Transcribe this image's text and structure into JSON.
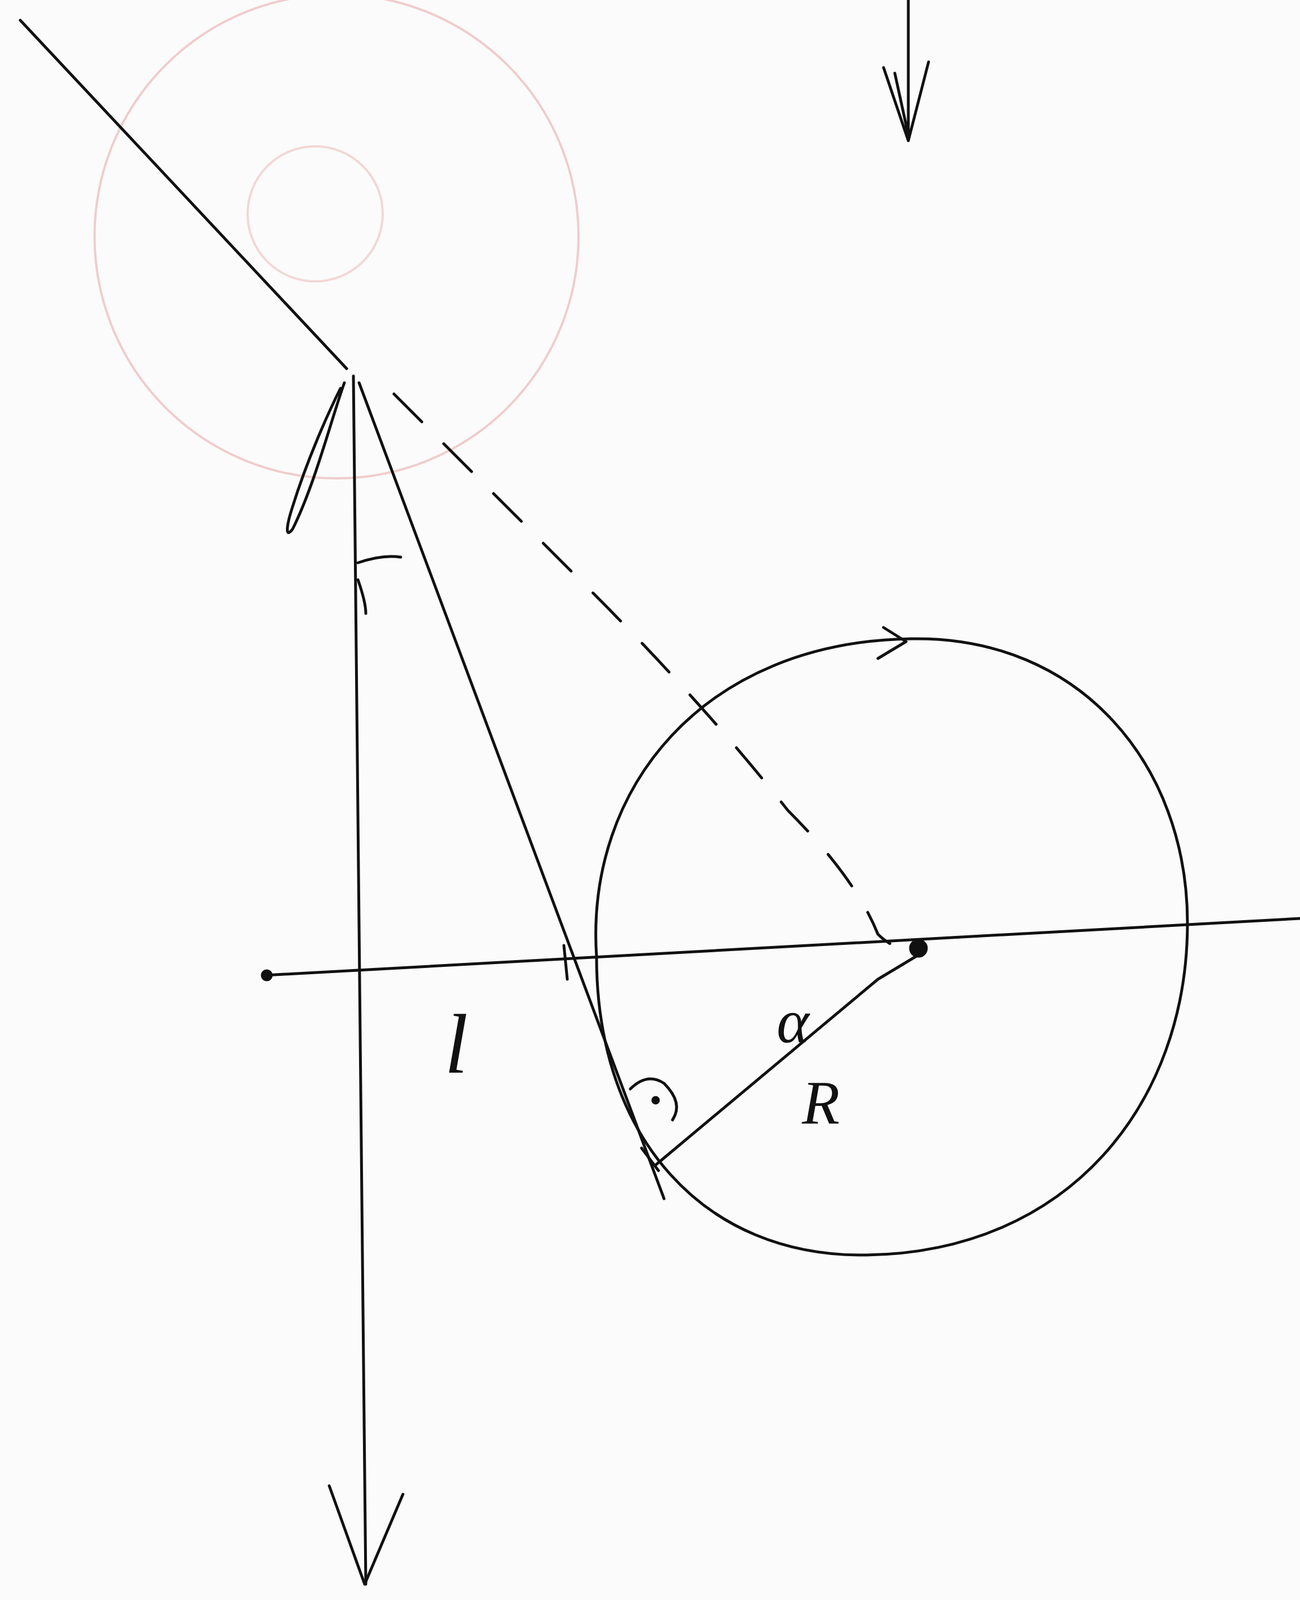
{
  "diagram": {
    "labels": [
      "l",
      "α",
      "R"
    ]
  }
}
